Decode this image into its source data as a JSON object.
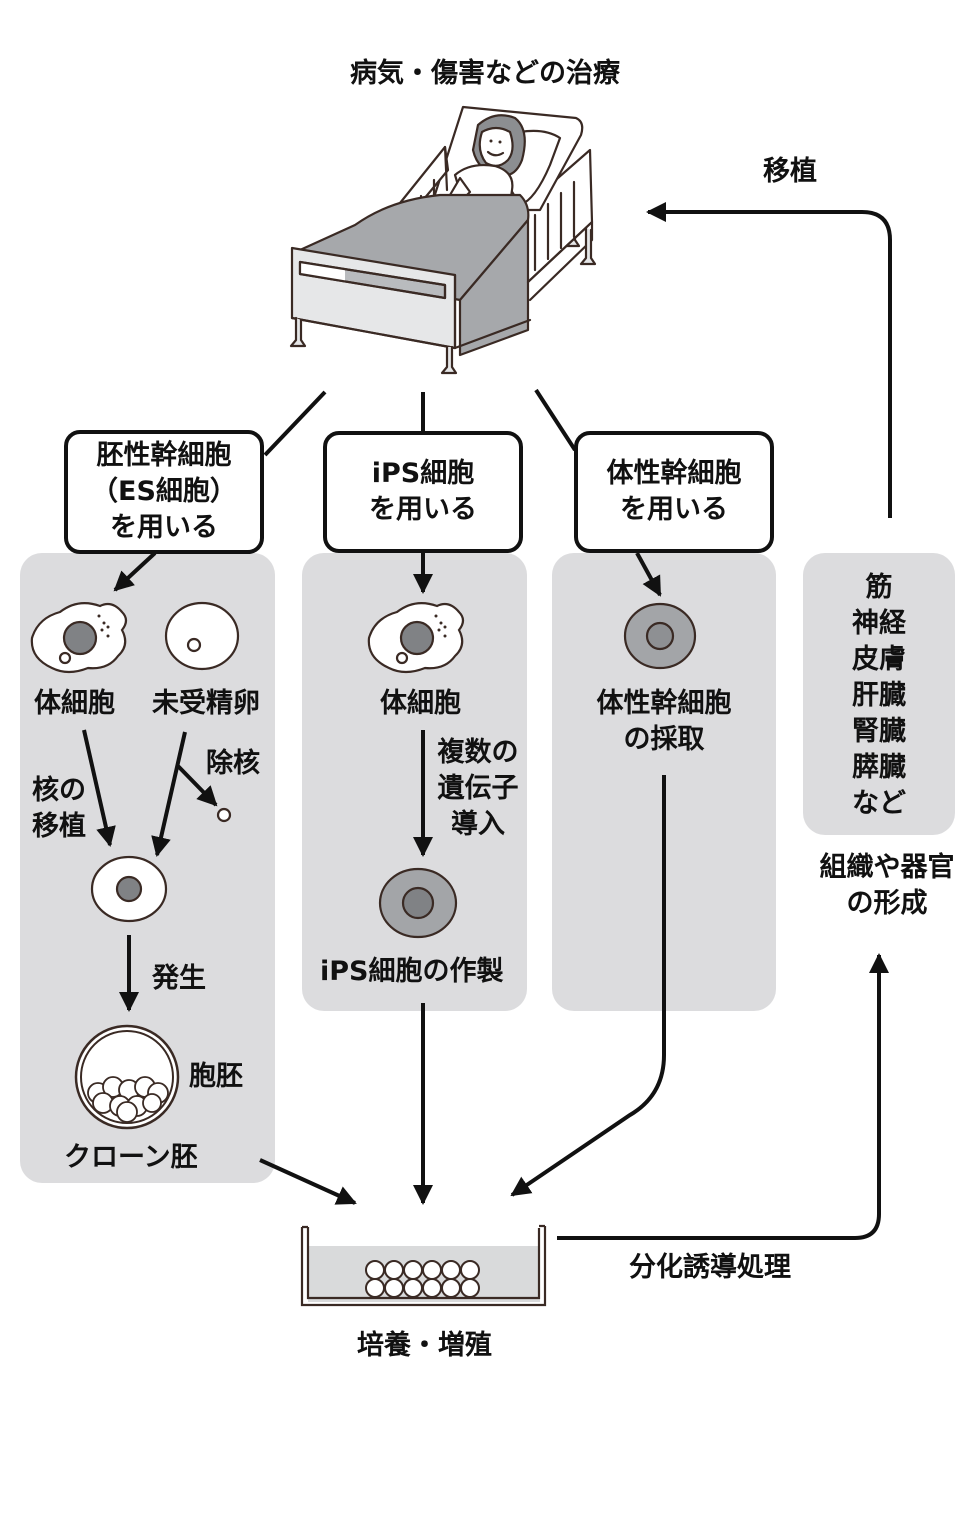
{
  "title": "病気・傷害などの治療",
  "transplant_label": "移植",
  "illustration": {
    "patient_bed": "patient-in-hospital-bed"
  },
  "methods": [
    {
      "id": "es",
      "box_label": "胚性幹細胞\n（ES細胞）\nを用いる",
      "steps": {
        "somatic_cell": "体細胞",
        "unfertilized_egg": "未受精卵",
        "enucleation": "除核",
        "nuclear_transfer": "核の\n移植",
        "development": "発生",
        "blastocyst": "胞胚",
        "result": "クローン胚"
      }
    },
    {
      "id": "ips",
      "box_label": "iPS細胞\nを用いる",
      "steps": {
        "somatic_cell": "体細胞",
        "gene_introduction": "複数の\n遺伝子\n導入",
        "result": "iPS細胞の作製"
      }
    },
    {
      "id": "somatic_stem",
      "box_label": "体性幹細胞\nを用いる",
      "steps": {
        "result": "体性幹細胞\nの採取"
      }
    }
  ],
  "tissues": {
    "list": "筋\n神経\n皮膚\n肝臓\n腎臓\n膵臓\nなど",
    "caption": "組織や器官\nの形成"
  },
  "culture": {
    "label": "培養・増殖",
    "process_label": "分化誘導処理"
  },
  "colors": {
    "panel": "#dcdcde",
    "line": "#111111",
    "cell_outline": "#3a2a24",
    "nucleus": "#808285",
    "stem_cell": "#a3a5a8",
    "medium": "#d9dadb"
  }
}
